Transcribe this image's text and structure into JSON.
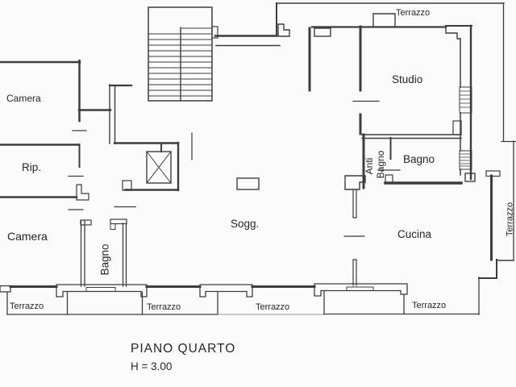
{
  "colors": {
    "background": "#fbfbfb",
    "wall": "#3d3d3d",
    "text": "#262626"
  },
  "floor_plan": {
    "title": "PIANO QUARTO",
    "height_note": "H = 3.00",
    "rooms": {
      "camera_top": "Camera",
      "rip": "Rip.",
      "camera_bottom": "Camera",
      "bagno_bottom": "Bagno",
      "soggiorno": "Sogg.",
      "cucina": "Cucina",
      "studio": "Studio",
      "bagno_right": "Bagno",
      "anti_bagno": {
        "line1": "Anti",
        "line2": "Bagno"
      }
    },
    "terraces": {
      "top": "Terrazzo",
      "bottom_far_left": "Terrazzo",
      "bottom_left": "Terrazzo",
      "bottom_center": "Terrazzo",
      "bottom_right": "Terrazzo",
      "right": "Terrazzo"
    }
  }
}
